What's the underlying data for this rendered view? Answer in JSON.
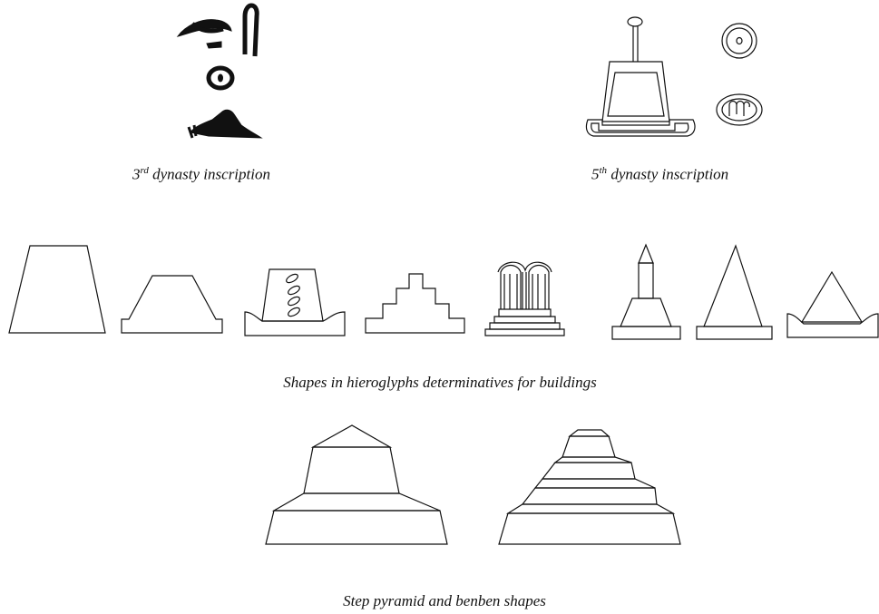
{
  "captions": {
    "third_dynasty": {
      "ordinal": "3",
      "suffix": "rd",
      "text": " dynasty inscription"
    },
    "fifth_dynasty": {
      "ordinal": "5",
      "suffix": "th",
      "text": " dynasty inscription"
    },
    "determinatives": "Shapes in hieroglyphs determinatives for buildings",
    "step_pyramid": "Step pyramid and benben shapes"
  },
  "colors": {
    "ink": "#111111",
    "background": "#ffffff"
  },
  "figures": {
    "inscriptions": [
      "third-dynasty-glyphs",
      "fifth-dynasty-glyphs"
    ],
    "determinatives": [
      "trapezoid-building",
      "mastaba-on-base",
      "dotted-pyramid-on-tray",
      "stepped-building",
      "columned-shrine",
      "obelisk-on-pedestal",
      "pyramid-on-base",
      "pyramid-on-tray"
    ],
    "stepped_shapes": [
      "step-pyramid",
      "benben-stepped-pyramid"
    ]
  }
}
